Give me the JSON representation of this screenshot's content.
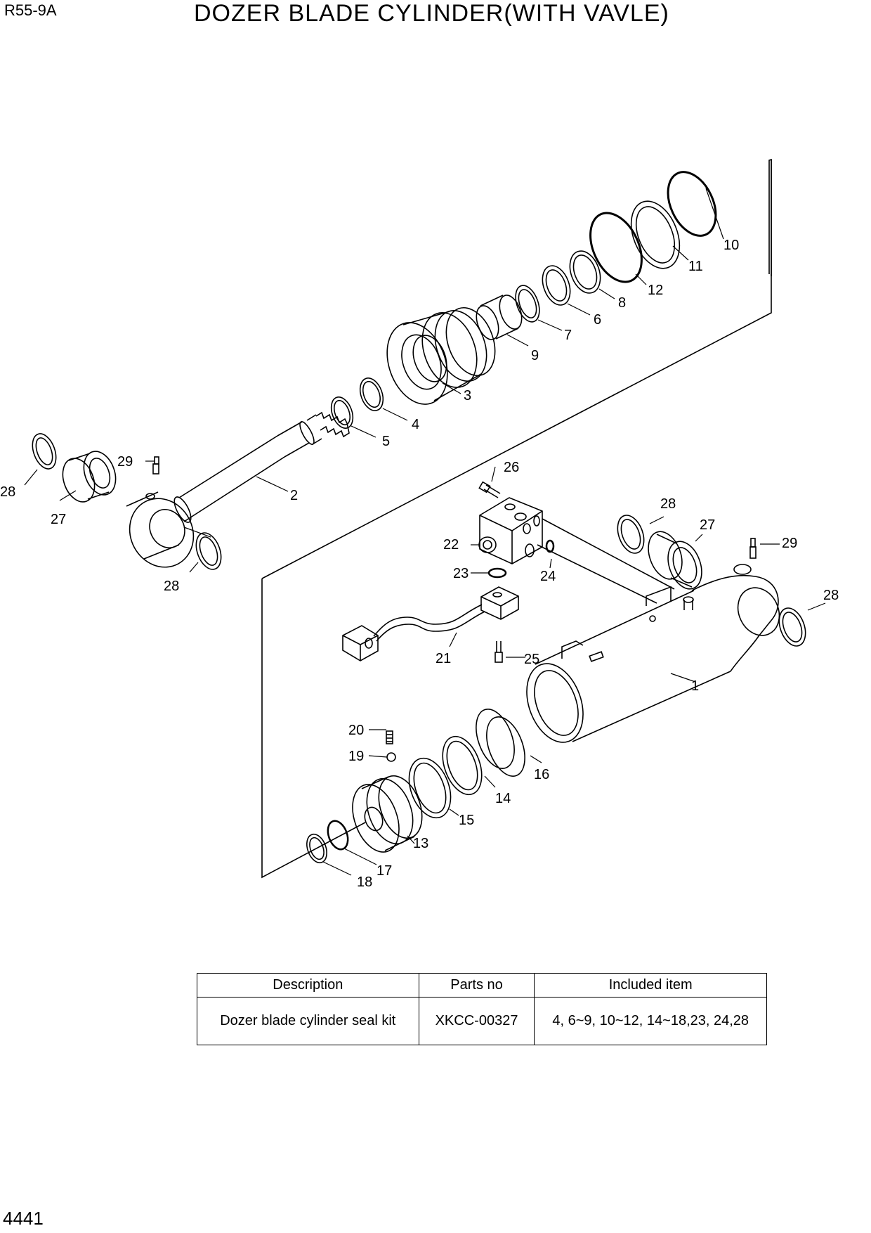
{
  "header": {
    "model": "R55-9A",
    "title": "DOZER BLADE CYLINDER(WITH VAVLE)"
  },
  "footer": {
    "page_number": "4441"
  },
  "parts": [
    {
      "no": "1"
    },
    {
      "no": "2"
    },
    {
      "no": "3"
    },
    {
      "no": "4"
    },
    {
      "no": "5"
    },
    {
      "no": "6"
    },
    {
      "no": "7"
    },
    {
      "no": "8"
    },
    {
      "no": "9"
    },
    {
      "no": "10"
    },
    {
      "no": "11"
    },
    {
      "no": "12"
    },
    {
      "no": "13"
    },
    {
      "no": "14"
    },
    {
      "no": "15"
    },
    {
      "no": "16"
    },
    {
      "no": "17"
    },
    {
      "no": "18"
    },
    {
      "no": "19"
    },
    {
      "no": "20"
    },
    {
      "no": "21"
    },
    {
      "no": "22"
    },
    {
      "no": "23"
    },
    {
      "no": "24"
    },
    {
      "no": "25"
    },
    {
      "no": "26"
    },
    {
      "no": "27"
    },
    {
      "no": "28"
    },
    {
      "no": "29"
    }
  ],
  "kit_table": {
    "headers": [
      "Description",
      "Parts no",
      "Included item"
    ],
    "rows": [
      [
        "Dozer blade cylinder seal kit",
        "XKCC-00327",
        "4, 6~9, 10~12, 14~18,23, 24,28"
      ]
    ]
  }
}
